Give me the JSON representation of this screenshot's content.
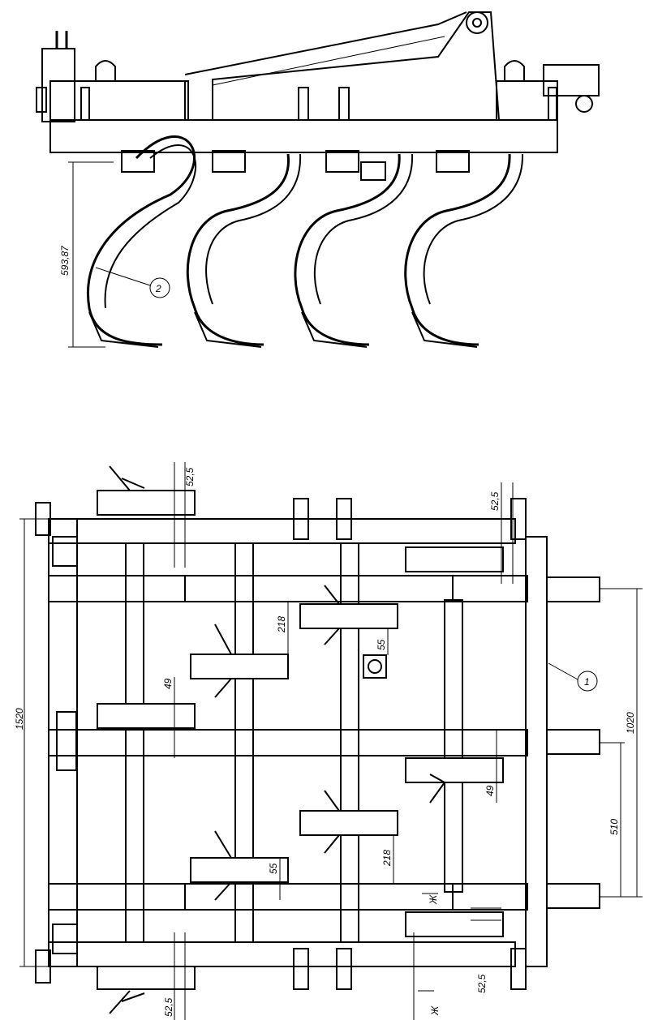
{
  "side_view": {
    "dimension": "593,87",
    "callout": "2"
  },
  "plan_view": {
    "overall_width": "1520",
    "track_width": "1020",
    "half_track": "510",
    "offset_top": "52,5",
    "offset_top_right": "52,5",
    "offset_bottom_left": "52,5",
    "offset_bottom_right": "52,5",
    "spacing_a": "218",
    "spacing_b": "218",
    "gap_a": "55",
    "gap_b": "55",
    "shift_a": "49",
    "shift_b": "49",
    "callout": "1",
    "section_mark_1": "Ж",
    "section_mark_2": "Ж"
  }
}
